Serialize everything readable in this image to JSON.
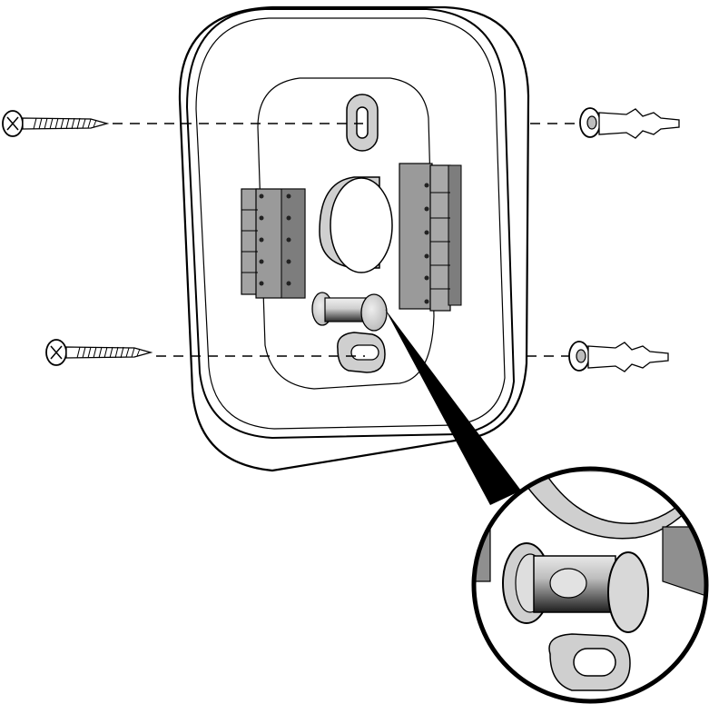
{
  "diagram": {
    "subject": "thermostat-backplate-mounting",
    "parts": [
      "backplate",
      "wire-hole",
      "left-terminal-block",
      "right-terminal-block",
      "mounting-slot-top",
      "mounting-slot-bottom",
      "level-bubble",
      "screw-top",
      "screw-bottom",
      "wall-anchor-top",
      "wall-anchor-bottom",
      "zoom-callout"
    ],
    "colors": {
      "outline": "#000000",
      "background": "#ffffff",
      "part_gray": "#cfcfcf",
      "dark_gray": "#8a8a8a",
      "terminal_dark": "#7d7d7d"
    }
  }
}
